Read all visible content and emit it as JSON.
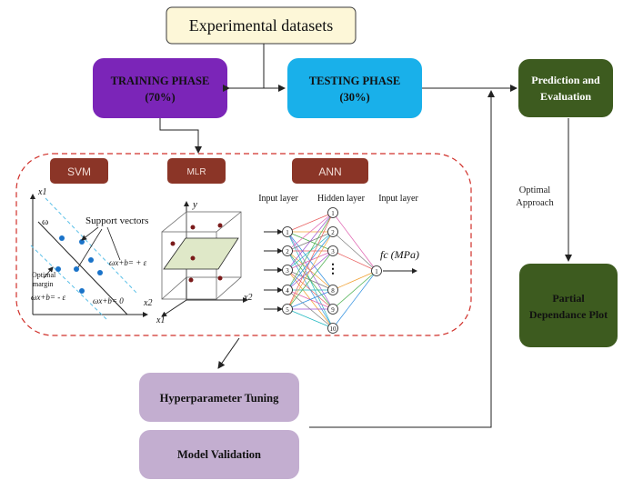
{
  "title_box": {
    "label": "Experimental datasets",
    "fill": "#fdf7d8",
    "stroke": "#3a3a3a"
  },
  "training": {
    "line1": "TRAINING PHASE",
    "line2": "(70%)",
    "fill": "#7b25b8"
  },
  "testing": {
    "line1": "TESTING  PHASE",
    "line2": "(30%)",
    "fill": "#19b0ea"
  },
  "prediction": {
    "line1": "Prediction and",
    "line2": "Evaluation",
    "fill": "#3d5b1f"
  },
  "optimal": {
    "line1": "Optimal",
    "line2": "Approach"
  },
  "pdp": {
    "line1": "Partial",
    "line2": "Dependance Plot",
    "fill": "#3d5b1f"
  },
  "models": {
    "svm": {
      "label": "SVM"
    },
    "mlr": {
      "label": "MLR"
    },
    "ann": {
      "label": "ANN"
    },
    "fill": "#8b3527",
    "boundary_color": "#d0302a"
  },
  "svm_plot": {
    "x1": "x1",
    "x2": "x2",
    "omega": "ω",
    "support_vectors": "Support vectors",
    "eq_plus": "ωx+b= + ε",
    "eq_minus": "ωx+b= - ε",
    "eq_zero": "ωx+b= 0",
    "optimal": "Optimal",
    "margin": "margin"
  },
  "mlr_plot": {
    "y": "y",
    "x1": "x1",
    "x2": "x2"
  },
  "ann_plot": {
    "input_layer": "Input layer",
    "hidden_layer": "Hidden layer",
    "output_layer": "Input layer",
    "inputs": [
      "1",
      "2",
      "3",
      "4",
      "5"
    ],
    "hidden": [
      "1",
      "2",
      "3",
      "8",
      "9",
      "10"
    ],
    "output": "1",
    "output_label": "fc (MPa)"
  },
  "hyper": {
    "label": "Hyperparameter  Tuning",
    "fill": "#c3aed0"
  },
  "validation": {
    "label": "Model Validation",
    "fill": "#c3aed0"
  }
}
